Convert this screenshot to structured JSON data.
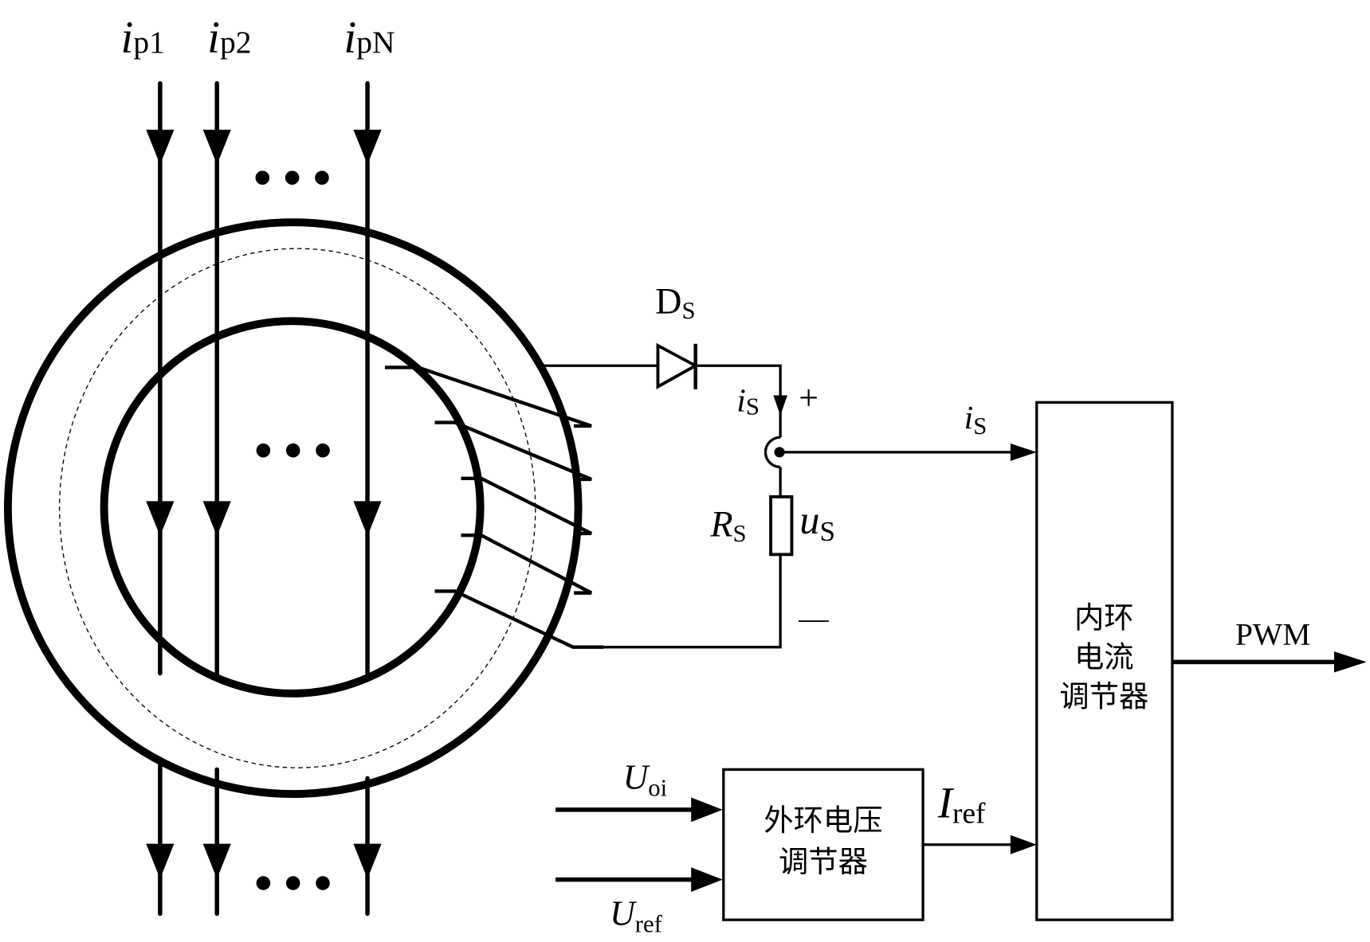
{
  "diagram": {
    "type": "circuit-block-diagram",
    "primary_currents": [
      {
        "symbol": "i",
        "subscript": "p1"
      },
      {
        "symbol": "i",
        "subscript": "p2"
      },
      {
        "symbol": "i",
        "subscript": "pN"
      }
    ],
    "ellipsis": "•••",
    "diode": {
      "symbol": "D",
      "subscript": "S"
    },
    "secondary_current": {
      "symbol": "i",
      "subscript": "S"
    },
    "resistor": {
      "symbol": "R",
      "subscript": "S"
    },
    "voltage": {
      "symbol": "u",
      "subscript": "S"
    },
    "plus_sign": "+",
    "minus_sign": "—",
    "feedback_current": {
      "symbol": "i",
      "subscript": "S"
    },
    "inner_loop_block": {
      "lines": [
        "内环",
        "电流",
        "调节器"
      ]
    },
    "outer_loop_block": {
      "lines": [
        "外环电压",
        "调节器"
      ]
    },
    "outer_inputs": [
      {
        "symbol": "U",
        "subscript": "oi"
      },
      {
        "symbol": "U",
        "subscript": "ref"
      }
    ],
    "reference_current": {
      "symbol": "I",
      "subscript": "ref"
    },
    "output_label": "PWM"
  }
}
